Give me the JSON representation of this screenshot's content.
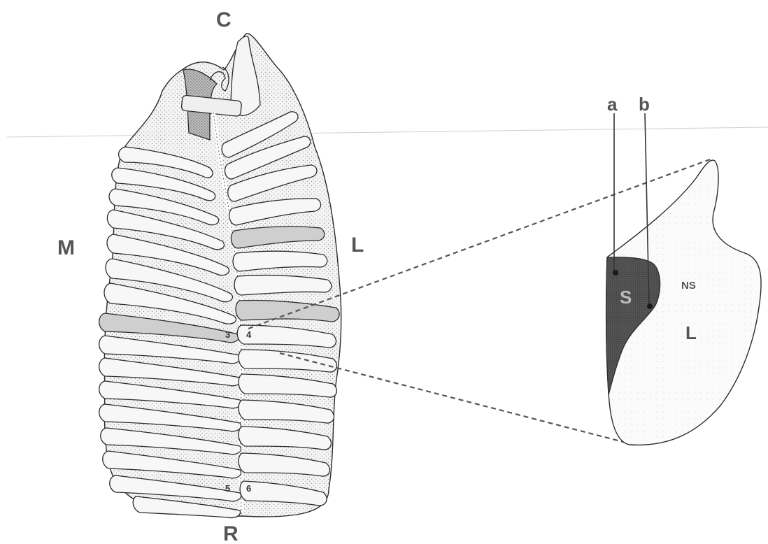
{
  "labels": {
    "caudal": "C",
    "rostral": "R",
    "medial": "M",
    "lateral_left_panel": "L",
    "line_a": "a",
    "line_b": "b",
    "region_s": "S",
    "region_ns": "NS",
    "region_l": "L",
    "fold_3": "3",
    "fold_4": "4",
    "fold_5": "5",
    "fold_6": "6"
  },
  "colors": {
    "outline": "#2b2b2b",
    "stipple": "#9a9a9a",
    "dark_region": "#3a3a3a",
    "label": "#555555"
  }
}
